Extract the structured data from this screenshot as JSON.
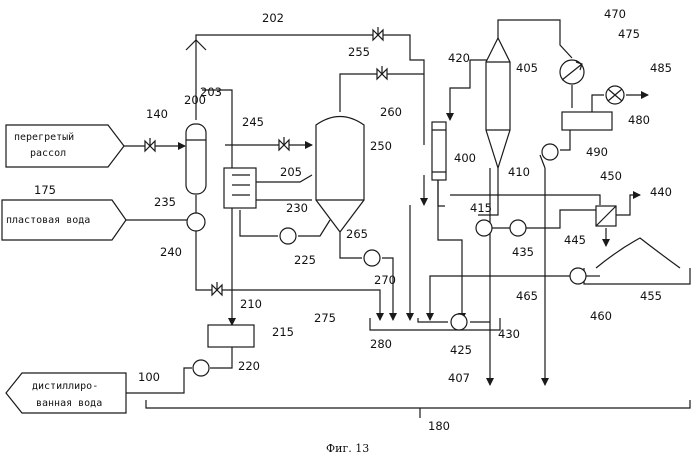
{
  "labels": {
    "superheated_brine": [
      "перегретый",
      "рассол"
    ],
    "formation_water": "пластовая вода",
    "distilled_water": [
      "дистиллиро-",
      "ванная вода"
    ],
    "figure_caption": "Фиг. 13"
  },
  "refs": {
    "r100": "100",
    "r140": "140",
    "r175": "175",
    "r180": "180",
    "r200": "200",
    "r202": "202",
    "r203": "203",
    "r205": "205",
    "r210": "210",
    "r215": "215",
    "r220": "220",
    "r225": "225",
    "r230": "230",
    "r235": "235",
    "r240": "240",
    "r245": "245",
    "r250": "250",
    "r255": "255",
    "r260": "260",
    "r265": "265",
    "r270": "270",
    "r275": "275",
    "r280": "280",
    "r400": "400",
    "r405": "405",
    "r407": "407",
    "r410": "410",
    "r415": "415",
    "r420": "420",
    "r425": "425",
    "r430": "430",
    "r435": "435",
    "r440": "440",
    "r445": "445",
    "r450": "450",
    "r455": "455",
    "r460": "460",
    "r465": "465",
    "r470": "470",
    "r475": "475",
    "r480": "480",
    "r485": "485",
    "r490": "490"
  }
}
